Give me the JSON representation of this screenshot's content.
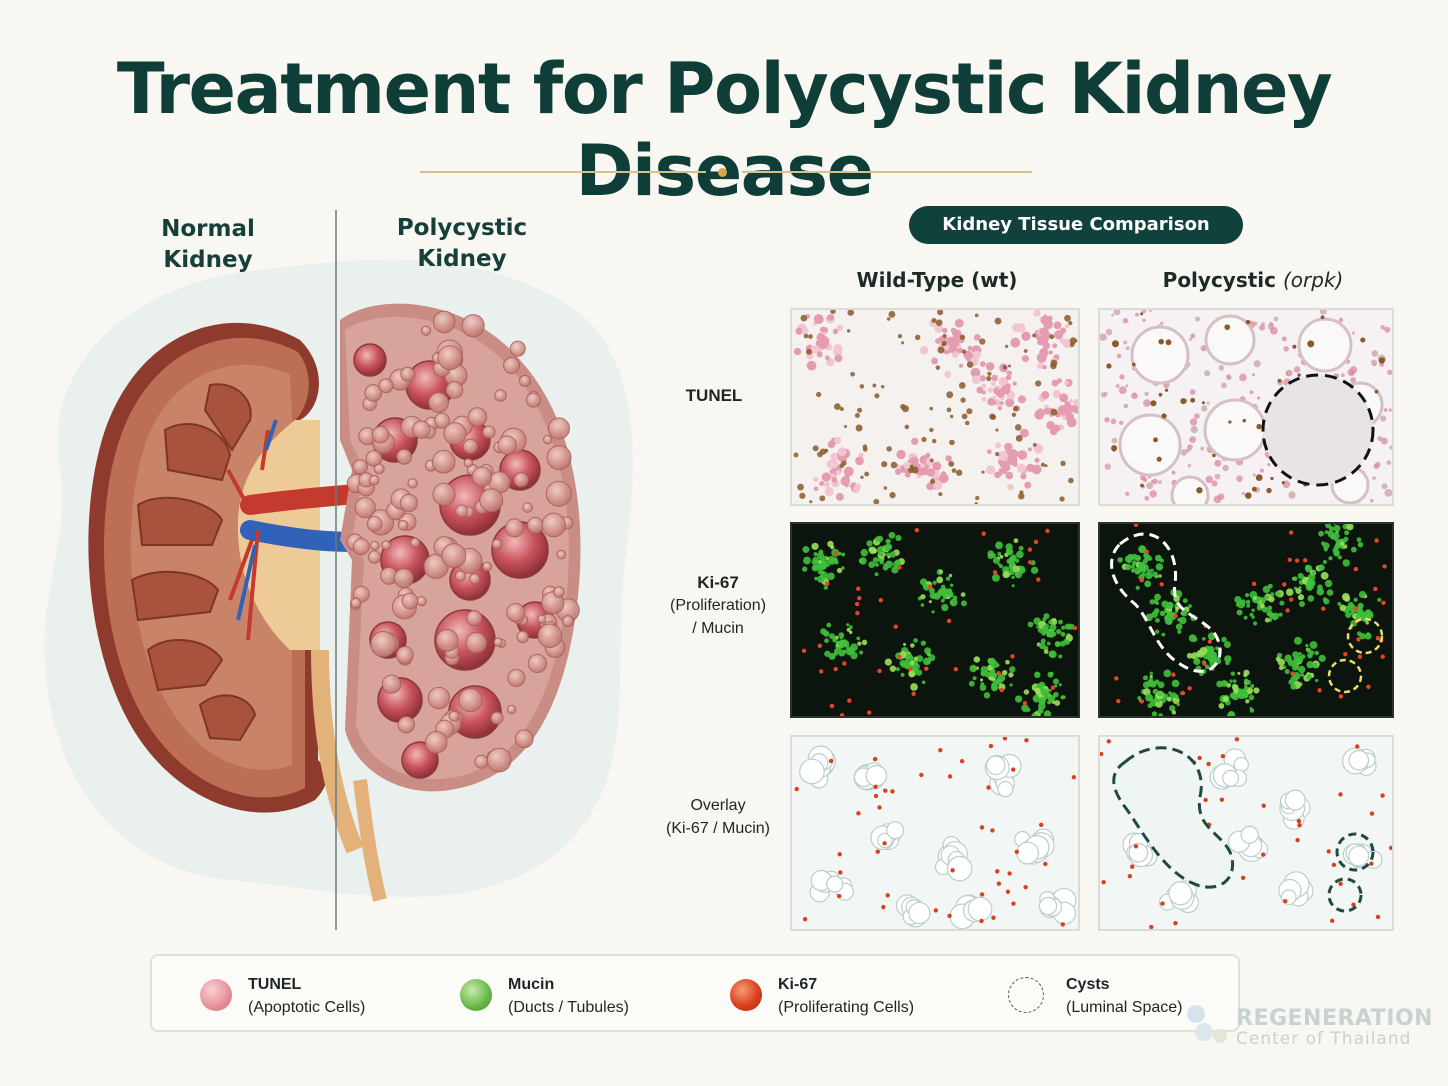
{
  "title": "Treatment for Polycystic Kidney Disease",
  "kidneys": {
    "normal": {
      "line1": "Normal",
      "line2": "Kidney"
    },
    "polycystic": {
      "line1": "Polycystic",
      "line2": "Kidney"
    }
  },
  "comparison": {
    "heading": "Kidney Tissue Comparison",
    "columns": [
      {
        "label": "Wild-Type (wt)"
      },
      {
        "label": "Polycystic",
        "label_italic": "(orpk)"
      }
    ],
    "rows": [
      {
        "name": "TUNEL"
      },
      {
        "name": "Ki-67",
        "line2": "(Proliferation)",
        "line3": "/ Mucin"
      },
      {
        "name": "Overlay",
        "line2": "(Ki-67 / Mucin)"
      }
    ]
  },
  "legend": [
    {
      "title": "TUNEL",
      "subtitle": "(Apoptotic Cells)",
      "color": "#e8959d",
      "icon": "pink-circle-icon"
    },
    {
      "title": "Mucin",
      "subtitle": "(Ducts / Tubules)",
      "color": "#6dbb4c",
      "icon": "green-circle-icon"
    },
    {
      "title": "Ki-67",
      "subtitle": "(Proliferating Cells)",
      "color": "#d9411e",
      "icon": "red-circle-icon"
    },
    {
      "title": "Cysts",
      "subtitle": "(Luminal Space)",
      "color": "#555555",
      "icon": "dashed-circle-icon"
    }
  ],
  "watermark": {
    "line1": "REGENERATION",
    "line2": "Center of Thailand"
  },
  "colors": {
    "title": "#0f3d38",
    "accent_gold": "#d9a64a",
    "pill": "#10413b",
    "kidney_tissue": "#b8644f",
    "artery": "#c43a2e",
    "vein": "#2f62b8",
    "cyst": "#c2505a"
  }
}
